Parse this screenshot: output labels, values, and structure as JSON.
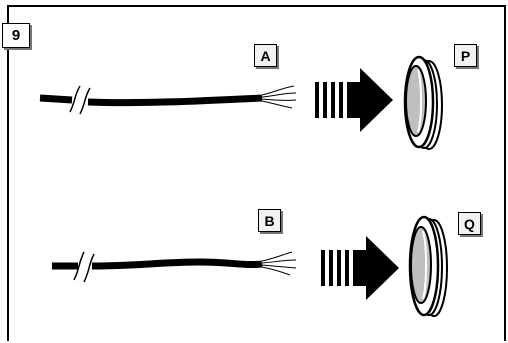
{
  "step_number": "9",
  "labels": {
    "cable_top": "A",
    "ring_top": "P",
    "cable_bottom": "B",
    "ring_bottom": "Q"
  },
  "colors": {
    "ink": "#000000",
    "ring_face": "#bfbfbf",
    "label_bg": "#f2f2f2"
  },
  "icons": [
    "cable-icon",
    "cable-break-icon",
    "arrow-right-icon",
    "grommet-ring-icon"
  ]
}
